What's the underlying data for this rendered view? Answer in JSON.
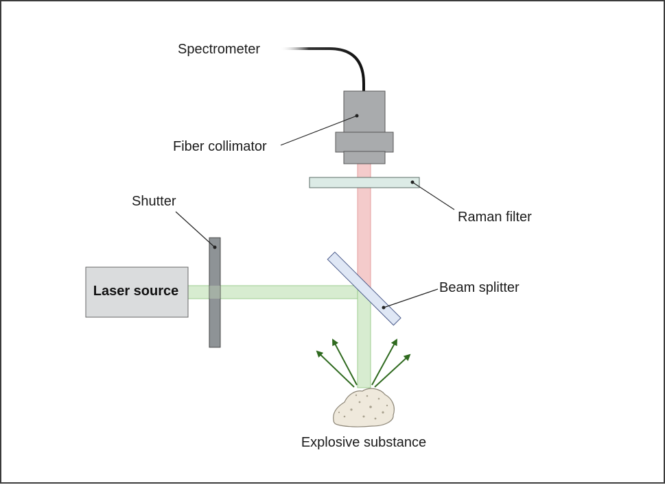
{
  "diagram": {
    "labels": {
      "spectrometer": "Spectrometer",
      "fiber_collimator": "Fiber collimator",
      "shutter": "Shutter",
      "raman_filter": "Raman filter",
      "laser_source": "Laser source",
      "beam_splitter": "Beam splitter",
      "explosive_substance": "Explosive substance"
    },
    "colors": {
      "laser_beam": "#cfe8c4",
      "raman_beam": "#f4c9c9",
      "collimator": "#a9abad",
      "filter": "#dcebe6",
      "splitter": "#dfe7f5",
      "shutter": "#8e9396",
      "arrows": "#2f6a1f",
      "sample": "#efe9dc"
    }
  }
}
